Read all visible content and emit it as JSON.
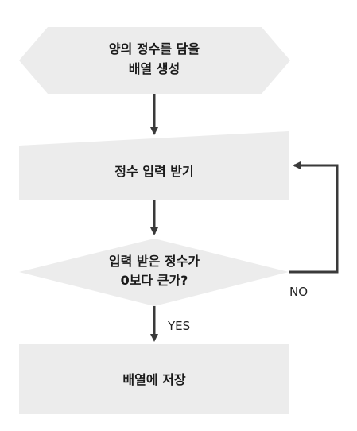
{
  "flowchart": {
    "start": {
      "line1": "양의 정수를 담을",
      "line2": "배열 생성"
    },
    "input": {
      "label": "정수 입력 받기"
    },
    "decision": {
      "line1": "입력 받은 정수가",
      "line2": "0보다 큰가?"
    },
    "store": {
      "label": "배열에 저장"
    },
    "edges": {
      "yes_label": "YES",
      "no_label": "NO"
    }
  },
  "colors": {
    "shape_fill": "#ececec",
    "arrow": "#3a3a3a",
    "text": "#1a1a1a"
  }
}
